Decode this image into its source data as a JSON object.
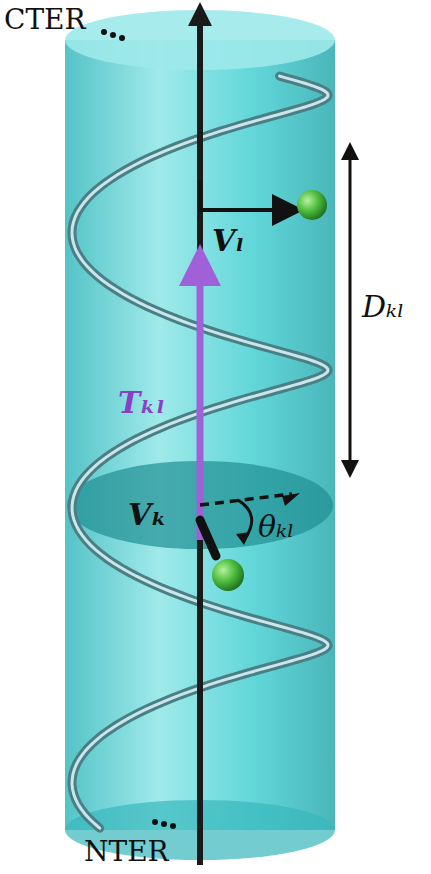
{
  "diagram": {
    "labels": [
      "CTER",
      "Vₗ",
      "Dₖₗ",
      "Tₖₗ",
      "Vₖ",
      "θₖₗ",
      "NTER"
    ]
  }
}
